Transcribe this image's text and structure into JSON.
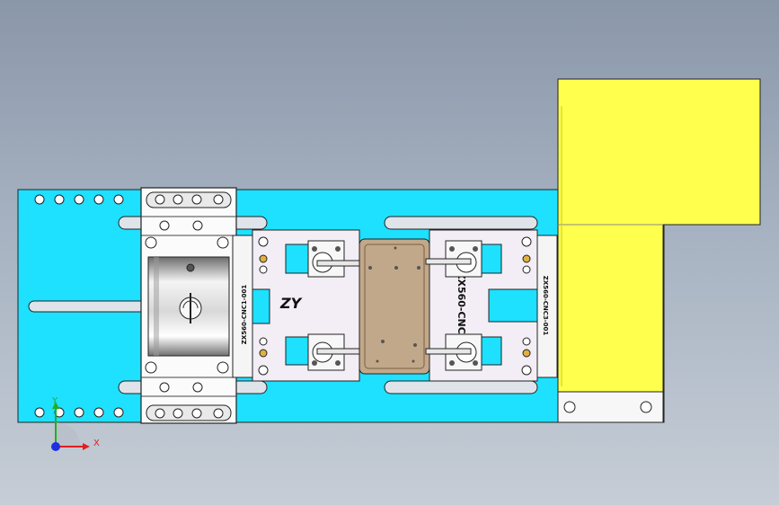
{
  "viewport": {
    "background_top": "#8a97a9",
    "background_bottom": "#c6cdd6"
  },
  "model": {
    "base_plate_color": "#1ee0ff",
    "motor_color": "#ffff4d",
    "fixture_color": "#f3eef5",
    "workpiece_color": "#c2a88a",
    "part_labels": {
      "left_block": "ZX560-CNC1-001",
      "center_plate": "ZX560-CNC3",
      "right_block": "ZX560-CNC3-001",
      "logo": "ZY"
    }
  },
  "triad": {
    "x_label": "X",
    "y_label": "Y",
    "x_color": "#e02020",
    "y_color": "#20b020",
    "origin_color": "#2030e0"
  }
}
